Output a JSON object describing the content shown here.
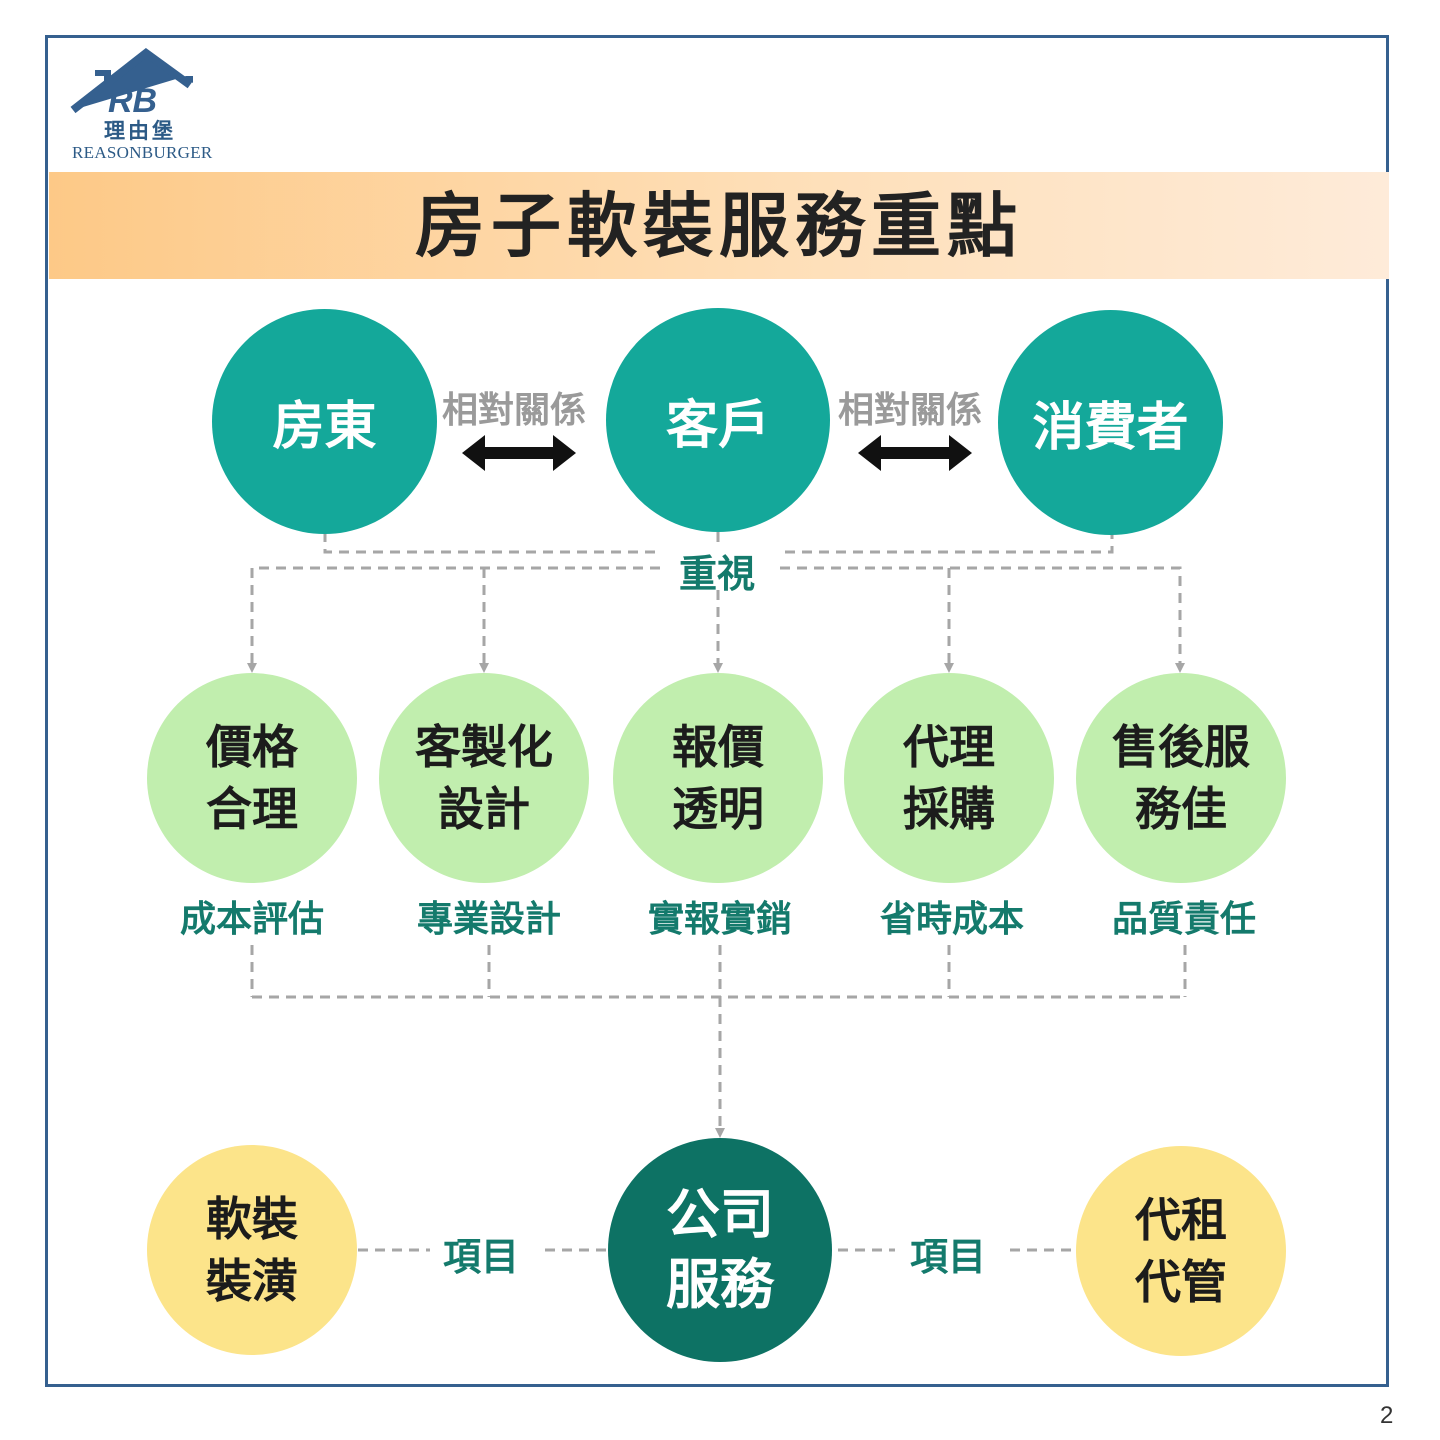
{
  "brand": {
    "name_cn": "理由堡",
    "name_en": "REASONBURGER",
    "logo_letters": "RB",
    "color": "#2c5a86"
  },
  "title": "房子軟裝服務重點",
  "top_nodes": {
    "landlord": "房東",
    "client": "客戶",
    "consumer": "消費者"
  },
  "relations": {
    "left": "相對關係",
    "right": "相對關係"
  },
  "focus_label": "重視",
  "values": [
    {
      "line1": "價格",
      "line2": "合理",
      "note": "成本評估"
    },
    {
      "line1": "客製化",
      "line2": "設計",
      "note": "專業設計"
    },
    {
      "line1": "報價",
      "line2": "透明",
      "note": "實報實銷"
    },
    {
      "line1": "代理",
      "line2": "採購",
      "note": "省時成本"
    },
    {
      "line1": "售後服",
      "line2": "務佳",
      "note": "品質責任"
    }
  ],
  "company": {
    "line1": "公司",
    "line2": "服務"
  },
  "items_label": {
    "left": "項目",
    "right": "項目"
  },
  "services": {
    "left": {
      "line1": "軟裝",
      "line2": "裝潢"
    },
    "right": {
      "line1": "代租",
      "line2": "代管"
    }
  },
  "page_number": "2",
  "colors": {
    "teal": "#14a89a",
    "dark_teal": "#0d7264",
    "light_green": "#c1eeae",
    "yellow": "#fce48a",
    "frame": "#35608f",
    "dash": "#a6a6a6"
  }
}
